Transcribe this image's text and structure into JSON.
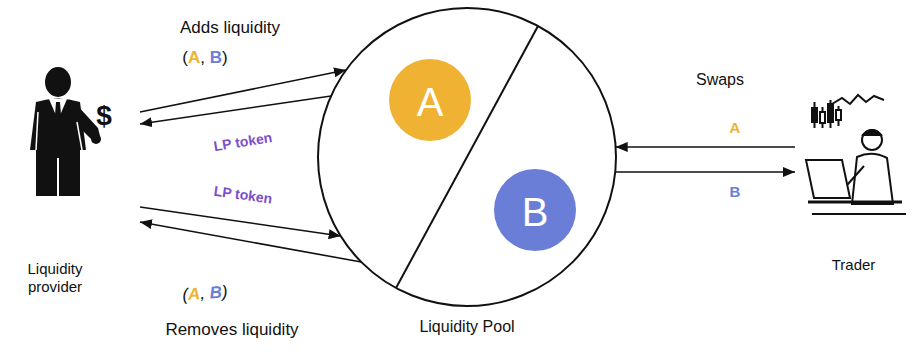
{
  "diagram": {
    "nodes": [
      {
        "text": [
          "Liquidity provider"
        ]
      },
      {
        "text": [
          "Liquidity Pool"
        ]
      },
      {
        "text": [
          "A"
        ],
        "in": 1
      },
      {
        "text": [
          "B"
        ],
        "in": 1
      },
      {
        "text": [
          "Trader"
        ]
      }
    ],
    "edges": [
      {
        "from": 0,
        "to": 1,
        "label": "(A, B)",
        "arrow": "to"
      },
      {
        "from": 1,
        "to": 0,
        "label": "LP token",
        "arrow": "to"
      },
      {
        "from": 0,
        "to": 1,
        "label": "LP token",
        "arrow": "to"
      },
      {
        "from": 1,
        "to": 0,
        "label": "(A, B)",
        "arrow": "to"
      },
      {
        "from": 4,
        "to": 1,
        "label": "A",
        "arrow": "to"
      },
      {
        "from": 1,
        "to": 4,
        "label": "B",
        "arrow": "to"
      }
    ],
    "labels": [
      "Adds liquidity",
      "Removes liquidity",
      "Swaps",
      "$"
    ]
  }
}
